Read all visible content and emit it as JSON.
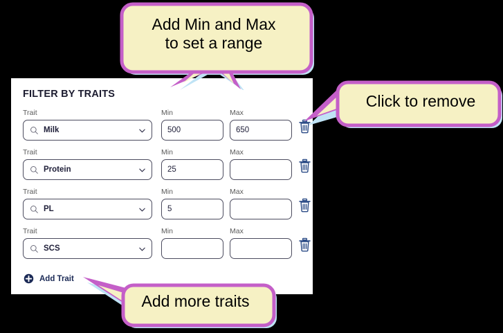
{
  "card": {
    "title": "FILTER BY TRAITS",
    "column_labels": {
      "trait": "Trait",
      "min": "Min",
      "max": "Max"
    },
    "rows": [
      {
        "trait": "Milk",
        "min": "500",
        "max": "650"
      },
      {
        "trait": "Protein",
        "min": "25",
        "max": ""
      },
      {
        "trait": "PL",
        "min": "5",
        "max": ""
      },
      {
        "trait": "SCS",
        "min": "",
        "max": ""
      }
    ],
    "add_trait_label": "Add Trait",
    "icons": {
      "select_search": "search-icon",
      "select_chevron": "chevron-down-icon",
      "delete_row": "trash-icon",
      "add_row": "plus-circle-icon"
    }
  },
  "callouts": [
    {
      "id": "range",
      "text": "Add Min and Max\nto set a range"
    },
    {
      "id": "remove",
      "text": "Click to remove"
    },
    {
      "id": "add",
      "text": "Add more traits"
    }
  ],
  "colors": {
    "callout_fill": "#F6F1C4",
    "callout_border": "#C45FC8",
    "callout_shadow": "#BFE3F5",
    "card_background": "#FFFFFF",
    "page_background": "#000000",
    "field_border": "#4B4B5E",
    "label_text": "#5A5A5A",
    "value_text": "#20203A",
    "trash_icon": "#2B4B86",
    "add_trait_text": "#1B2A56"
  }
}
